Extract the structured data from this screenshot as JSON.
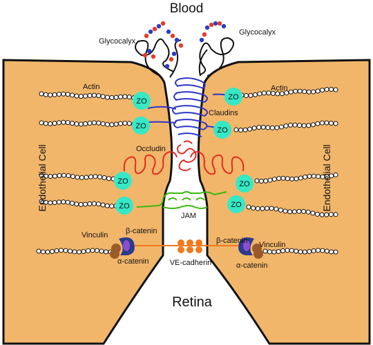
{
  "labels": {
    "blood": "Blood",
    "retina": "Retina",
    "glycocalyx_left": "Glycocalyx",
    "glycocalyx_right": "Glycocalyx",
    "endothelial_left": "Endothelial Cell",
    "endothelial_right": "Endothelial Cell",
    "actin_left": "Actin",
    "actin_right": "Actin",
    "claudins": "Claudins",
    "occludin": "Occludin",
    "jam": "JAM",
    "ve_cadherin": "VE-cadherin",
    "vinculin_left": "Vinculin",
    "vinculin_right": "Vinculin",
    "beta_catenin_left": "β-catenin",
    "beta_catenin_right": "β-catenin",
    "alpha_catenin_left": "α-catenin",
    "alpha_catenin_right": "α-catenin",
    "zo": "ZO"
  },
  "colors": {
    "cell": "#f2b66a",
    "outline": "#111111",
    "blood_text": "#e32b22",
    "zo": "#35e8c6",
    "claudin": "#2a34c9",
    "occludin": "#e32b22",
    "jam": "#3ab80c",
    "cadherin": "#f07a1c",
    "catenin_blue": "#2a3a8c",
    "catenin_purple": "#8a4fd0",
    "vinculin": "#9b5a2a",
    "glyco_red": "#e63b26",
    "glyco_blue": "#2a3cc9"
  }
}
